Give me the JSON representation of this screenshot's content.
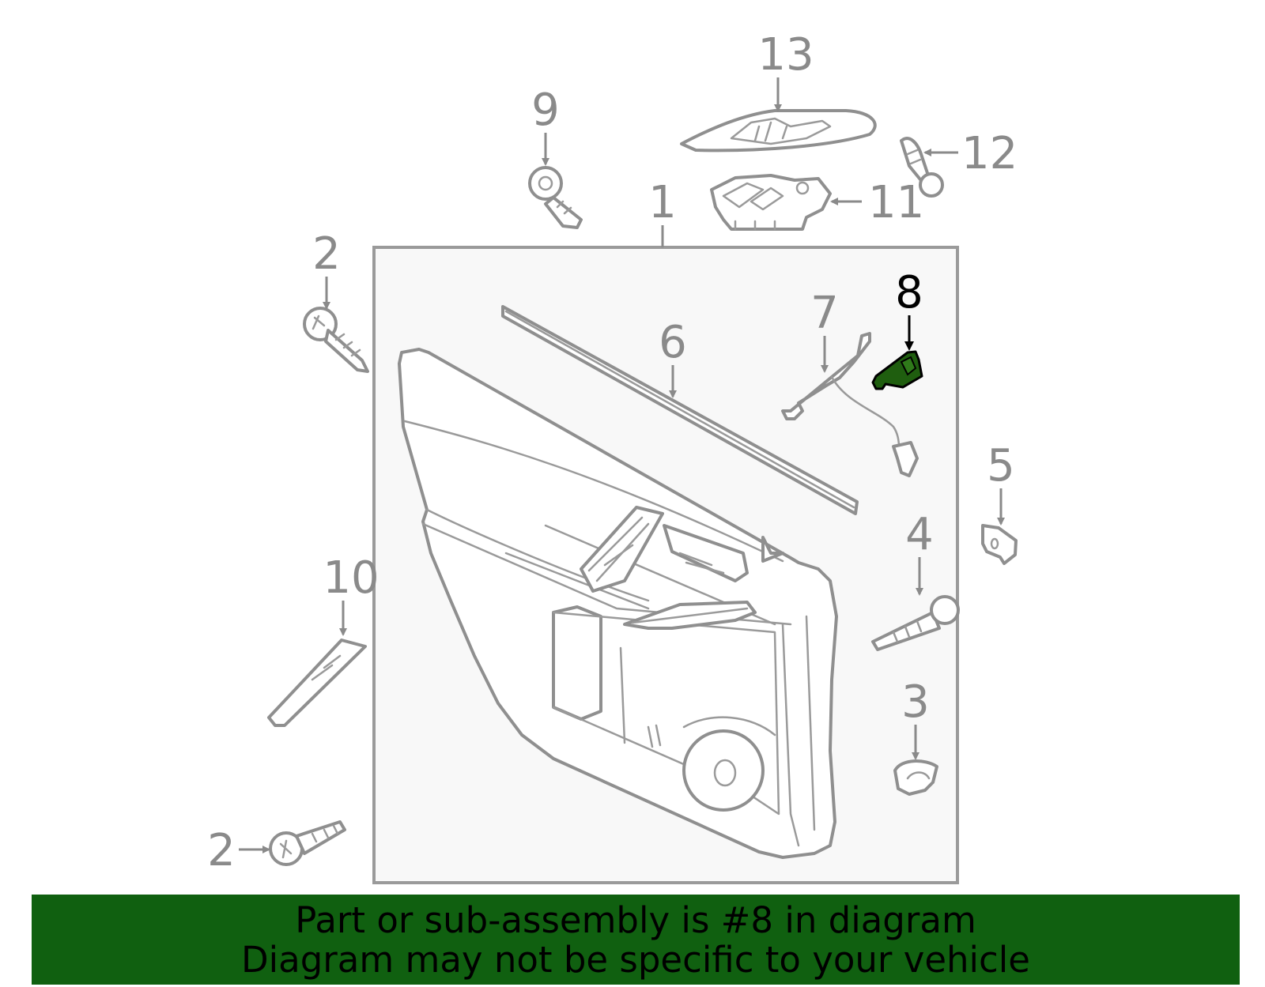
{
  "diagram": {
    "callouts": {
      "c1": "1",
      "c2a": "2",
      "c2b": "2",
      "c3": "3",
      "c4": "4",
      "c5": "5",
      "c6": "6",
      "c7": "7",
      "c8": "8",
      "c9": "9",
      "c10": "10",
      "c11": "11",
      "c12": "12",
      "c13": "13"
    },
    "highlight_part": "8",
    "colors": {
      "line": "#8f8f8f",
      "highlight": "#1f5e0f",
      "banner": "#106010",
      "panel_bg": "#f8f8f8"
    }
  },
  "banner": {
    "line1": "Part or sub-assembly is #8 in diagram",
    "line2": "Diagram may not be specific to your vehicle"
  }
}
